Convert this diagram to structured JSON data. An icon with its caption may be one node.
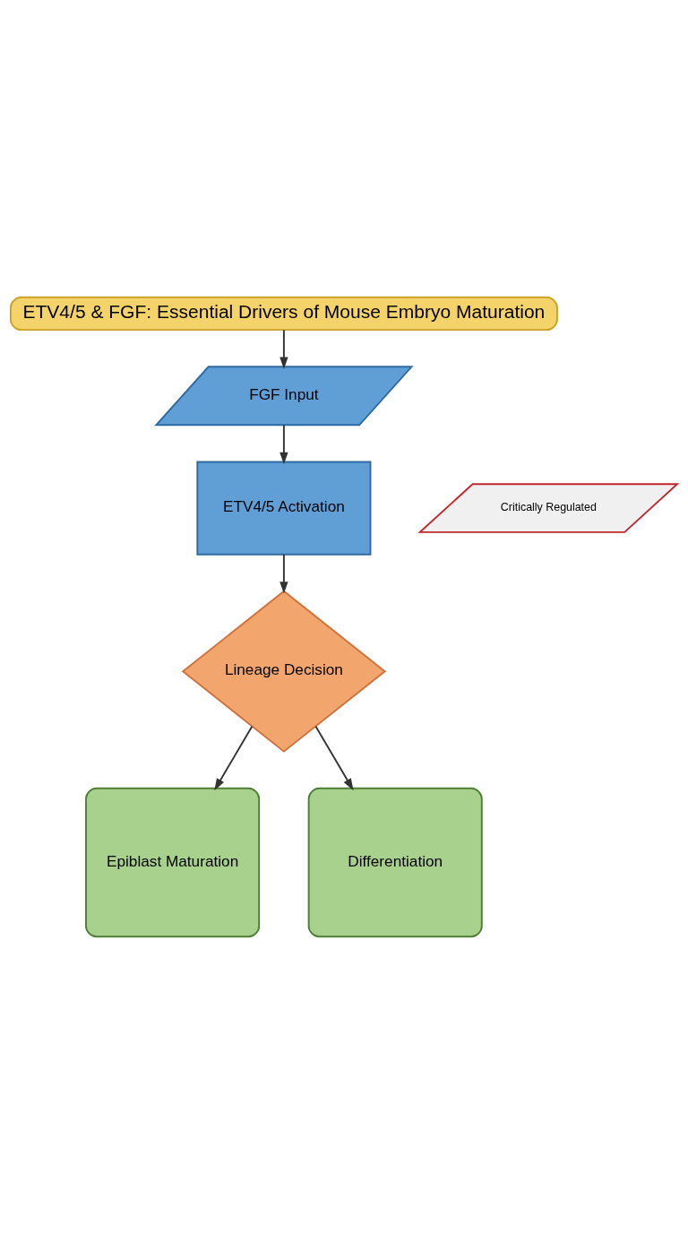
{
  "diagram": {
    "nodes": [
      {
        "text": [
          "ETV4/5 & FGF: Essential Drivers of Mouse Embryo Maturation"
        ]
      },
      {
        "text": [
          "FGF Input"
        ]
      },
      {
        "text": [
          "ETV4/5 Activation"
        ]
      },
      {
        "text": [
          "Critically Regulated"
        ]
      },
      {
        "text": [
          "Lineage Decision"
        ]
      },
      {
        "text": [
          "Epiblast Maturation"
        ]
      },
      {
        "text": [
          "Differentiation"
        ]
      }
    ],
    "edges": [
      {
        "from": 0,
        "to": 1,
        "arrow": "to"
      },
      {
        "from": 1,
        "to": 2,
        "arrow": "to"
      },
      {
        "from": 2,
        "to": 4,
        "arrow": "to"
      },
      {
        "from": 4,
        "to": 5,
        "arrow": "to"
      },
      {
        "from": 4,
        "to": 6,
        "arrow": "to"
      }
    ]
  }
}
